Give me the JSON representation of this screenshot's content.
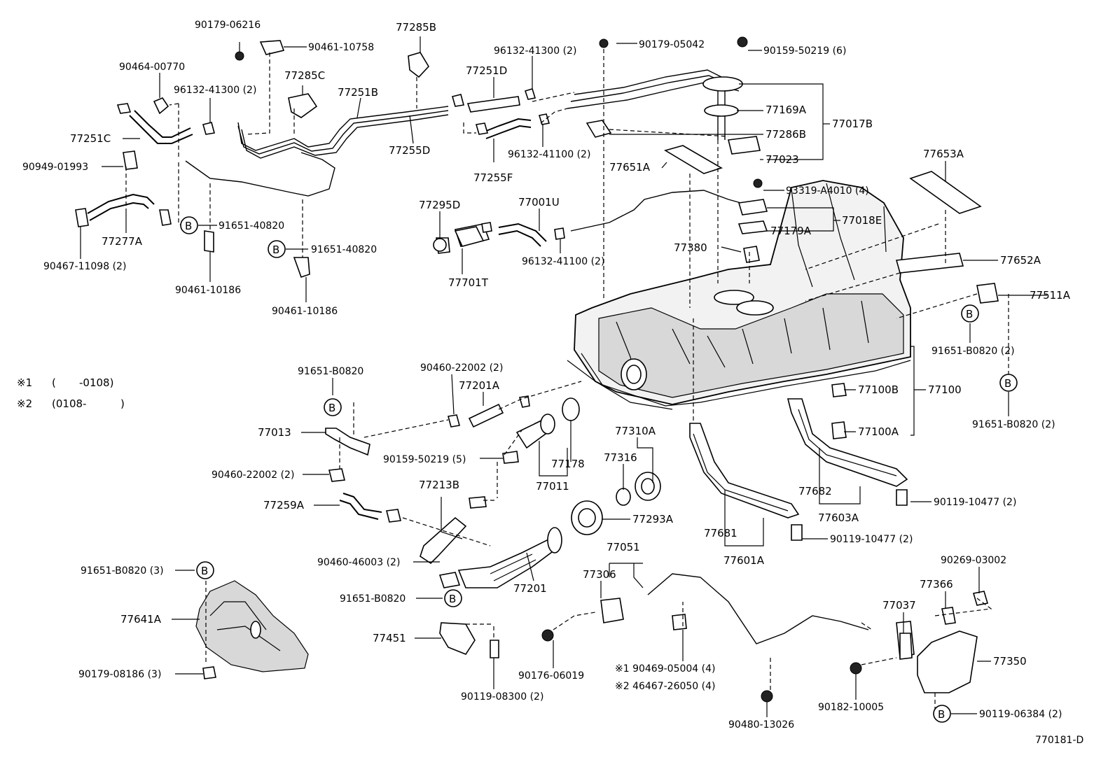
{
  "notes": {
    "n1_mark": "※1",
    "n1_range": "(",
    "n1_to": "-0108)",
    "n2_mark": "※2",
    "n2_from": "(0108-",
    "n2_close": ")"
  },
  "diagram_code": "770181-D",
  "circle_letter": "B",
  "labels": {
    "l90179_06216": "90179-06216",
    "l90461_10758": "90461-10758",
    "l77285B": "77285B",
    "l96132_41300a": "96132-41300 (2)",
    "l90179_05042": "90179-05042",
    "l90159_50219_6": "90159-50219 (6)",
    "l90464_00770": "90464-00770",
    "l77285C": "77285C",
    "l77251D": "77251D",
    "l96132_41300b": "96132-41300 (2)",
    "l77251B": "77251B",
    "l77169A": "77169A",
    "l77017B": "77017B",
    "l77251C": "77251C",
    "l77286B": "77286B",
    "l77255D": "77255D",
    "l96132_41100a": "96132-41100 (2)",
    "l77023": "77023",
    "l90949_01993": "90949-01993",
    "l77651A": "77651A",
    "l77255F": "77255F",
    "l77653A": "77653A",
    "l93319_A4010": "93319-A4010 (4)",
    "l77295D": "77295D",
    "l77001U": "77001U",
    "l91651_40820a": "91651-40820",
    "l77018E": "77018E",
    "l77277A": "77277A",
    "l77179A": "77179A",
    "l90467_11098": "90467-11098 (2)",
    "l91651_40820b": "91651-40820",
    "l77380": "77380",
    "l96132_41100b": "96132-41100 (2)",
    "l77701T": "77701T",
    "l77652A": "77652A",
    "l90461_10186a": "90461-10186",
    "l77511A": "77511A",
    "l90461_10186b": "90461-10186",
    "l91651_B0820a": "91651-B0820 (2)",
    "l91651_B0820b": "91651-B0820",
    "l90460_22002a": "90460-22002 (2)",
    "l77201A": "77201A",
    "l77100B": "77100B",
    "l77100": "77100",
    "l77013": "77013",
    "l90159_50219_5": "90159-50219 (5)",
    "l77100A": "77100A",
    "l91651_B0820c": "91651-B0820 (2)",
    "l77310A": "77310A",
    "l77316": "77316",
    "l77178": "77178",
    "l90460_22002b": "90460-22002 (2)",
    "l77011": "77011",
    "l77682": "77682",
    "l90119_10477a": "90119-10477 (2)",
    "l77213B": "77213B",
    "l77259A": "77259A",
    "l77603A": "77603A",
    "l77293A": "77293A",
    "l77681": "77681",
    "l90119_10477b": "90119-10477 (2)",
    "l77601A": "77601A",
    "l77051": "77051",
    "l90460_46003": "90460-46003 (2)",
    "l90269_03002": "90269-03002",
    "l91651_B0820d": "91651-B0820 (3)",
    "l77306": "77306",
    "l77201": "77201",
    "l77366": "77366",
    "l91651_B0820e": "91651-B0820",
    "l77037": "77037",
    "l77641A": "77641A",
    "l77451": "77451",
    "l77350": "77350",
    "l90469_05004": "※1 90469-05004 (4)",
    "l46467_26050": "※2 46467-26050 (4)",
    "l90176_06019": "90176-06019",
    "l90179_08186": "90179-08186 (3)",
    "l90119_08300": "90119-08300 (2)",
    "l90182_10005": "90182-10005",
    "l90119_06384": "90119-06384 (2)",
    "l90480_13026": "90480-13026"
  }
}
